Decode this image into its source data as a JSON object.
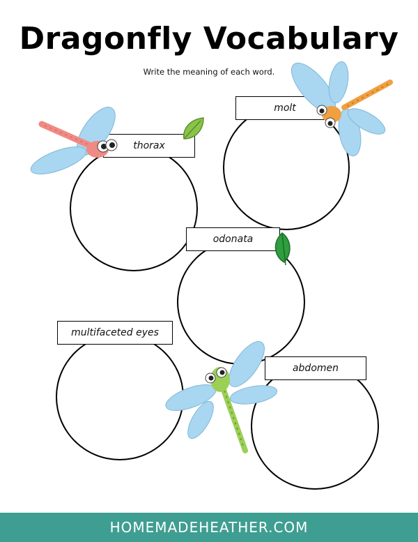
{
  "header": {
    "title": "Dragonfly Vocabulary",
    "instructions": "Write the meaning of each word."
  },
  "words": [
    {
      "label": "thorax"
    },
    {
      "label": "molt"
    },
    {
      "label": "odonata"
    },
    {
      "label": "multifaceted eyes"
    },
    {
      "label": "abdomen"
    }
  ],
  "footer": {
    "site": "HOMEMADEHEATHER.COM"
  },
  "colors": {
    "footer_bg": "#3e9e91",
    "pink_dragonfly": "#f08a84",
    "orange_dragonfly": "#f0a040",
    "green_dragonfly": "#9ccf55",
    "wing": "#a9d6f0"
  }
}
